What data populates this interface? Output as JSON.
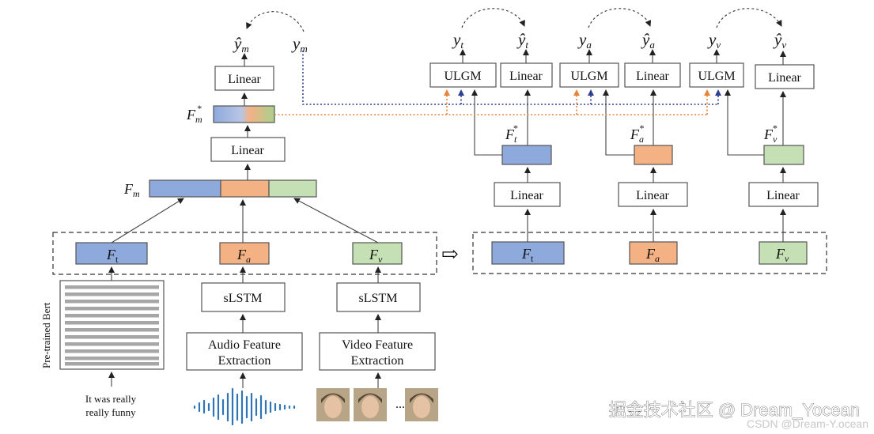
{
  "labels": {
    "linear": "Linear",
    "ulgm": "ULGM",
    "slstm": "sLSTM",
    "audio_feature_1": "Audio Feature",
    "audio_feature_2": "Extraction",
    "video_feature_1": "Video Feature",
    "video_feature_2": "Extraction",
    "pretrained_bert": "Pre-trained Bert",
    "text_input_1": "It was really",
    "text_input_2": "really  funny",
    "ellipsis": "...",
    "arrow_right": "⇨"
  },
  "math": {
    "F": "F",
    "y": "y",
    "hat_y": "ŷ",
    "sub_m": "m",
    "sub_t": "t",
    "sub_a": "a",
    "sub_v": "v",
    "sub_t_upright": "t",
    "star": "*"
  },
  "watermark": {
    "main": "掘金技术社区 @ Dream_Yocean",
    "sub": "CSDN @Dream-Y.ocean"
  },
  "colors": {
    "text_modality": "#8EA9DB",
    "audio_modality": "#F4B183",
    "video_modality": "#C5E0B4",
    "blue_dotted": "#2E3F8F",
    "orange_dotted": "#E8833A",
    "box_stroke": "#555555"
  }
}
